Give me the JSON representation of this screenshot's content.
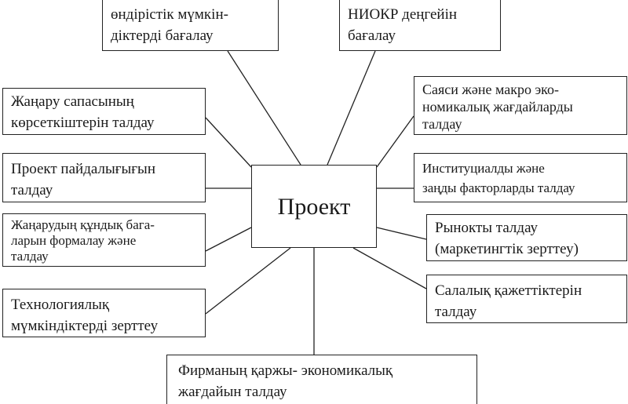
{
  "center": {
    "label": "Проект"
  },
  "top": [
    {
      "line1": "өндірістік мүмкін-",
      "line2": "діктерді бағалау"
    },
    {
      "line1": "НИОКР деңгейін",
      "line2": "бағалау"
    }
  ],
  "left": [
    {
      "line1": "Жаңару сапасының",
      "line2": "көрсеткіштерін талдау"
    },
    {
      "line1": "Проект пайдалығығын",
      "line2": "талдау"
    },
    {
      "line1": "Жаңарудың құндық бага-",
      "line2": "ларын формалау және",
      "line3": "талдау"
    },
    {
      "line1": "Технологиялық",
      "line2": "мүмкіндіктерді зерттеу"
    }
  ],
  "right": [
    {
      "line1": "Саяси және макро эко-",
      "line2": "номикалық жағдайларды",
      "line3": "талдау"
    },
    {
      "line1": "Институциалды және",
      "line2": "заңды факторларды талдау"
    },
    {
      "line1": "Рынокты талдау",
      "line2": "(маркетингтік зерттеу)"
    },
    {
      "line1": "Салалық қажеттіктерін",
      "line2": "талдау"
    }
  ],
  "bottom": {
    "line1": "Фирманың қаржы- экономикалық",
    "line2": "жағдайын талдау"
  }
}
